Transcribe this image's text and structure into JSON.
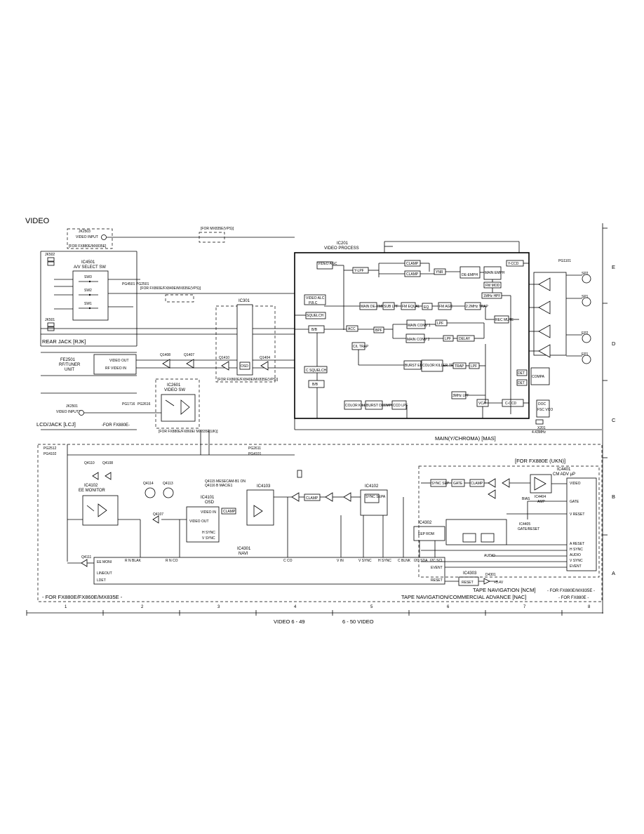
{
  "page": {
    "title": "VIDEO",
    "footer_left": "VIDEO   6 - 49",
    "footer_right": "6 - 50   VIDEO",
    "columns": [
      "1",
      "2",
      "3",
      "4",
      "5",
      "6",
      "7",
      "8"
    ],
    "rows": [
      "E",
      "D",
      "C",
      "B",
      "A"
    ]
  },
  "sections": {
    "rear_jack": "REAR JACK [RJK]",
    "lcd_jack": "LCD/JACK [LCJ]",
    "lcd_jack_note": "-FOR FX880E-",
    "main": "MAIN(Y/CHROMA) [MAS]",
    "for_ukn": "[FOR FX880E (UKN)]",
    "tape_nav_ncm": "TAPE NAVIGATION [NCM]",
    "tape_nav_ncm_note": "- FOR FX880E/MX835E -",
    "tape_nav_nac": "TAPE NAVIGATION/COMMERCIAL ADVANCE [NAC]",
    "tape_nav_nac_note": "- FOR FX880E -",
    "bottom_left_note": "- FOR FX880E/FX860E/MX835E -"
  },
  "notes": {
    "mx835e_vps": "[FOR MX835E(VPS)]",
    "fx860_vps": "[FOR FX860E/FX840E/MX835E(VPS)]",
    "osd_vps": "[FOR FX860E/FX840E/MX835E(VPS)]",
    "ic2601_note": "[FOR FX880E/FX860E/ MX835E(UK)]",
    "secam": "Q4115 MESECAM-B1 ON",
    "secam2": "Q4116 B MAC/E1",
    "jk2503_note": "[FOR FX880E/MX835E]"
  },
  "components": {
    "jk2503": "JK2503",
    "jk2503_sub": "VIDEO INPUT",
    "jk502": "JK502",
    "jk501": "JK501",
    "ic4501": "IC4501",
    "ic4501_sub": "A/V SELECT SW",
    "sw_labels": [
      "SW3",
      "SW2",
      "SW1"
    ],
    "fe2501": "FE2501",
    "fe2501_sub": "RF/TUNER",
    "fe2501_sub2": "UNIT",
    "fe_pin_a": "VIDEO OUT",
    "fe_pin_b": "RF VIDEO IN",
    "q1408": "Q1408",
    "q1407": "Q1407",
    "q1410": "Q1410",
    "q1404": "Q1404",
    "ic301": "IC301",
    "osd": "OSD",
    "ic2601": "IC2601",
    "ic2601_sub": "VIDEO SW",
    "jk2501": "JK2501",
    "jk2501_sub": "VIDEO INPUT2",
    "ic201": "IC201",
    "ic201_sub": "VIDEO PROCESS",
    "main_blocks": [
      "VIDEO AGC",
      "Y-LPF",
      "CLAMP",
      "CLAMP",
      "YNR",
      "DE-EMPH",
      "Y-CCD",
      "MAIN EMPH",
      "FM MOD",
      "1MHz HPF",
      "VIDEO ALC",
      "P.B.C",
      "SQUELCH",
      "MAIN DE-EMPH",
      "SUB LPF",
      "FM EQUAL",
      "EQ",
      "FM AGC",
      "2.2MHz TRAP",
      "REC MUTE",
      "B/B",
      "ACC",
      "BPF",
      "MAIN CONV 1",
      "LPF",
      "C/L TRAP",
      "MAIN CONV 2",
      "LPF",
      "DELAY",
      "BURST EMPH",
      "COLOR KILLER TRAP",
      "TRAP",
      "LPF",
      "C SQUELCH",
      "B/B",
      "COLOR KILLER",
      "BURST DEEMPH",
      "CCD LPF",
      "VCA",
      "C-CCD",
      "3MHz LPF",
      "DET",
      "DET",
      "COMPA",
      "DOC",
      "FSC VCO"
    ],
    "heads": [
      "SP2",
      "SP1",
      "EP2",
      "EP1"
    ],
    "ic4102_ee": "IC4102",
    "ic4102_ee_sub": "EE MONITOR",
    "ic4101": "IC4101",
    "ic4101_sub": "OSD",
    "ic4101_pins": [
      "VIDEO IN",
      "VIDEO OUT",
      "H SYNC",
      "V SYNC"
    ],
    "ic4103": "IC4103",
    "ic4102_sync": "IC4102",
    "ic4102_sync_sub": "SYNC SEPA",
    "ic4302": "IC4302",
    "ic4302_sub": "EEP ROM",
    "ic4301": "IC4301",
    "ic4301_sub": "NAVI",
    "ic4301_pins": [
      "EE MONI",
      "LINEOUT",
      "LDET",
      "R N BLAK",
      "R N CO",
      "C CO",
      "V IN",
      "V SYNC",
      "H SYNC",
      "C BLNK",
      "I2C SDA",
      "I2C SCL",
      "EVENT",
      "RESET"
    ],
    "ic4303": "IC4303",
    "ic4303_sub": "RESET",
    "ic4401": "IC4401",
    "ic4401_sub": "CM ADV μP",
    "ic4401_pins": [
      "VIDEO",
      "GATE",
      "V RESET",
      "A RESET",
      "H SYNC",
      "AUDIO",
      "V SYNC",
      "EVENT"
    ],
    "ic4404": "IC4404",
    "ic4404_sub": "AMP",
    "ic4405": "IC4405",
    "ic4405_sub": "GATE/RESET",
    "ukn_blocks": [
      "SYNC SEP",
      "GATE",
      "CLAMP"
    ],
    "bias": "BIAS",
    "audio": "AUDIO",
    "d4301": "D4301",
    "vcc": "+5.4V",
    "x201": "X201",
    "x201_sub": "4.43MHz"
  },
  "connectors": {
    "pg4501": "PG4501",
    "pg2501": "PG2501",
    "pg1101": "PG1101",
    "pg2512": "PG2512",
    "pg4102": "PG4102",
    "pg2611": "PG2611",
    "pg4101": "PG4101",
    "pg1716": "PG1716",
    "pg2616": "PG2616"
  }
}
